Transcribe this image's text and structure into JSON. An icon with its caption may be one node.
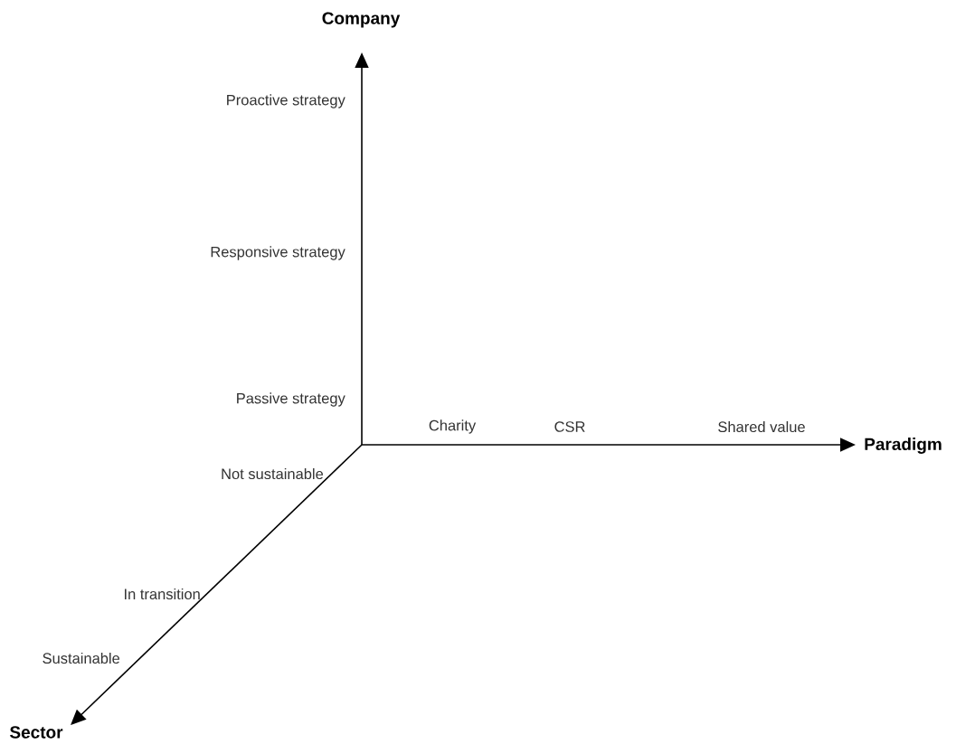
{
  "diagram": {
    "labels": [
      "Company",
      "Proactive strategy",
      "Responsive strategy",
      "Passive strategy",
      "Charity",
      "CSR",
      "Shared value",
      "Paradigm",
      "Not sustainable",
      "In transition",
      "Sustainable",
      "Sector"
    ]
  }
}
